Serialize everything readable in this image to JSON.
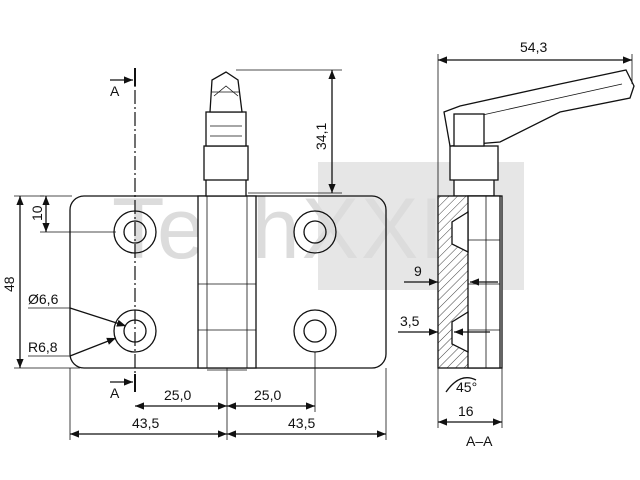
{
  "watermark": "TechXXL",
  "section": {
    "cut_label_top": "A",
    "cut_label_bottom": "A",
    "view_label": "A–A"
  },
  "dimensions": {
    "overall_width_section": "54,3",
    "lever_height": "34,1",
    "hole_offset_top": "10",
    "body_height": "48",
    "hole_diameter": "Ø6,6",
    "corner_radius": "R6,8",
    "hole_spacing_left": "25,0",
    "hole_spacing_right": "25,0",
    "half_width_left": "43,5",
    "half_width_right": "43,5",
    "leaf_thickness": "9",
    "counterbore_depth": "3,5",
    "countersink_angle": "45°",
    "section_width": "16"
  }
}
